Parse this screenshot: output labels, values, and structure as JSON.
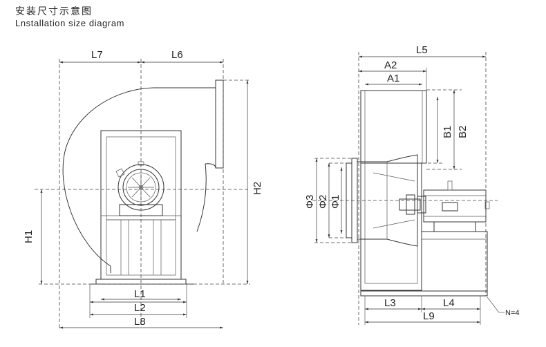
{
  "header": {
    "title_zh": "安装尺寸示意图",
    "title_en": "Lnstallation size diagram"
  },
  "labels": {
    "L7": "L7",
    "L6": "L6",
    "H1": "H1",
    "H2": "H2",
    "L1": "L1",
    "L2": "L2",
    "L8": "L8",
    "L5": "L5",
    "A2": "A2",
    "A1": "A1",
    "B1": "B1",
    "B2": "B2",
    "D3": "Φ3",
    "D2": "Φ2",
    "D1": "Φ1",
    "L3": "L3",
    "L4": "L4",
    "L9": "L9",
    "N": "N=4"
  }
}
